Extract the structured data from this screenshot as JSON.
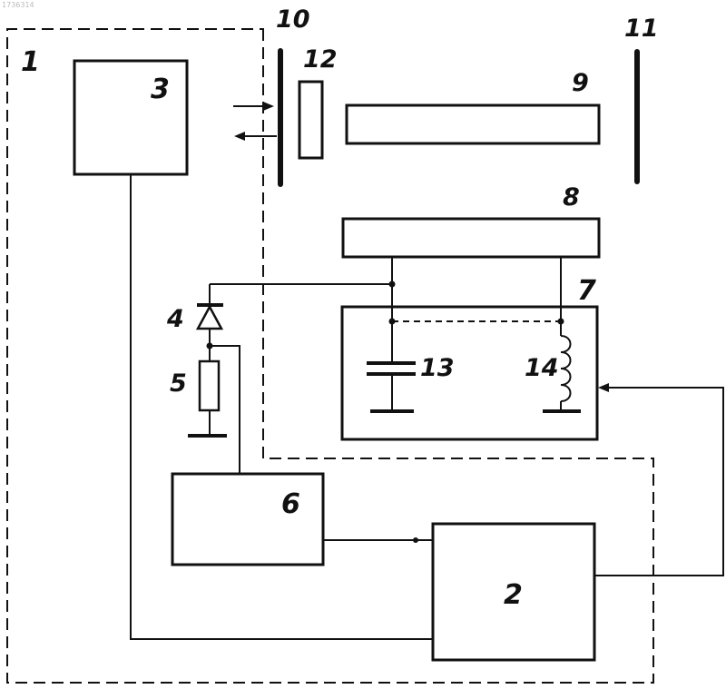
{
  "watermark": "1736314",
  "labels": {
    "unit1": "1",
    "unit2": "2",
    "unit3": "3",
    "diode4": "4",
    "resistor5": "5",
    "unit6": "6",
    "node7": "7",
    "bar8": "8",
    "bar9": "9",
    "plate10": "10",
    "plate11": "11",
    "element12": "12",
    "capacitor13": "13",
    "inductor14": "14"
  }
}
